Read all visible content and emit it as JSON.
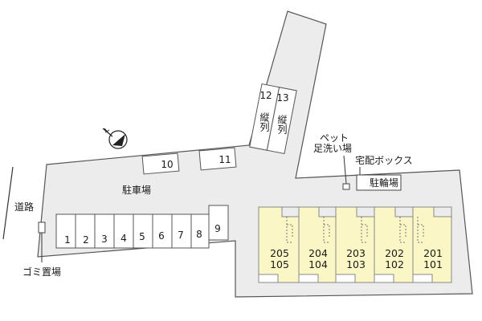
{
  "labels": {
    "parking": "駐車場",
    "road": "道路",
    "garbage": "ゴミ置場",
    "pet_wash_line1": "ペット",
    "pet_wash_line2": "足洗い場",
    "delivery_box": "宅配ボックス",
    "bicycle_parking": "駐輪場"
  },
  "parking_row": [
    "1",
    "2",
    "3",
    "4",
    "5",
    "6",
    "7",
    "8",
    "9"
  ],
  "separate_stalls": [
    "10",
    "11"
  ],
  "tandem_stalls": [
    {
      "number": "12",
      "note": "縦列"
    },
    {
      "number": "13",
      "note": "縦列"
    }
  ],
  "units": [
    {
      "upper": "205",
      "lower": "105"
    },
    {
      "upper": "204",
      "lower": "104"
    },
    {
      "upper": "203",
      "lower": "103"
    },
    {
      "upper": "202",
      "lower": "102"
    },
    {
      "upper": "201",
      "lower": "101"
    }
  ],
  "north_icon": "north-arrow-icon",
  "colors": {
    "lot": "#ececec",
    "building": "#fbf6c6",
    "outline": "#555555"
  }
}
